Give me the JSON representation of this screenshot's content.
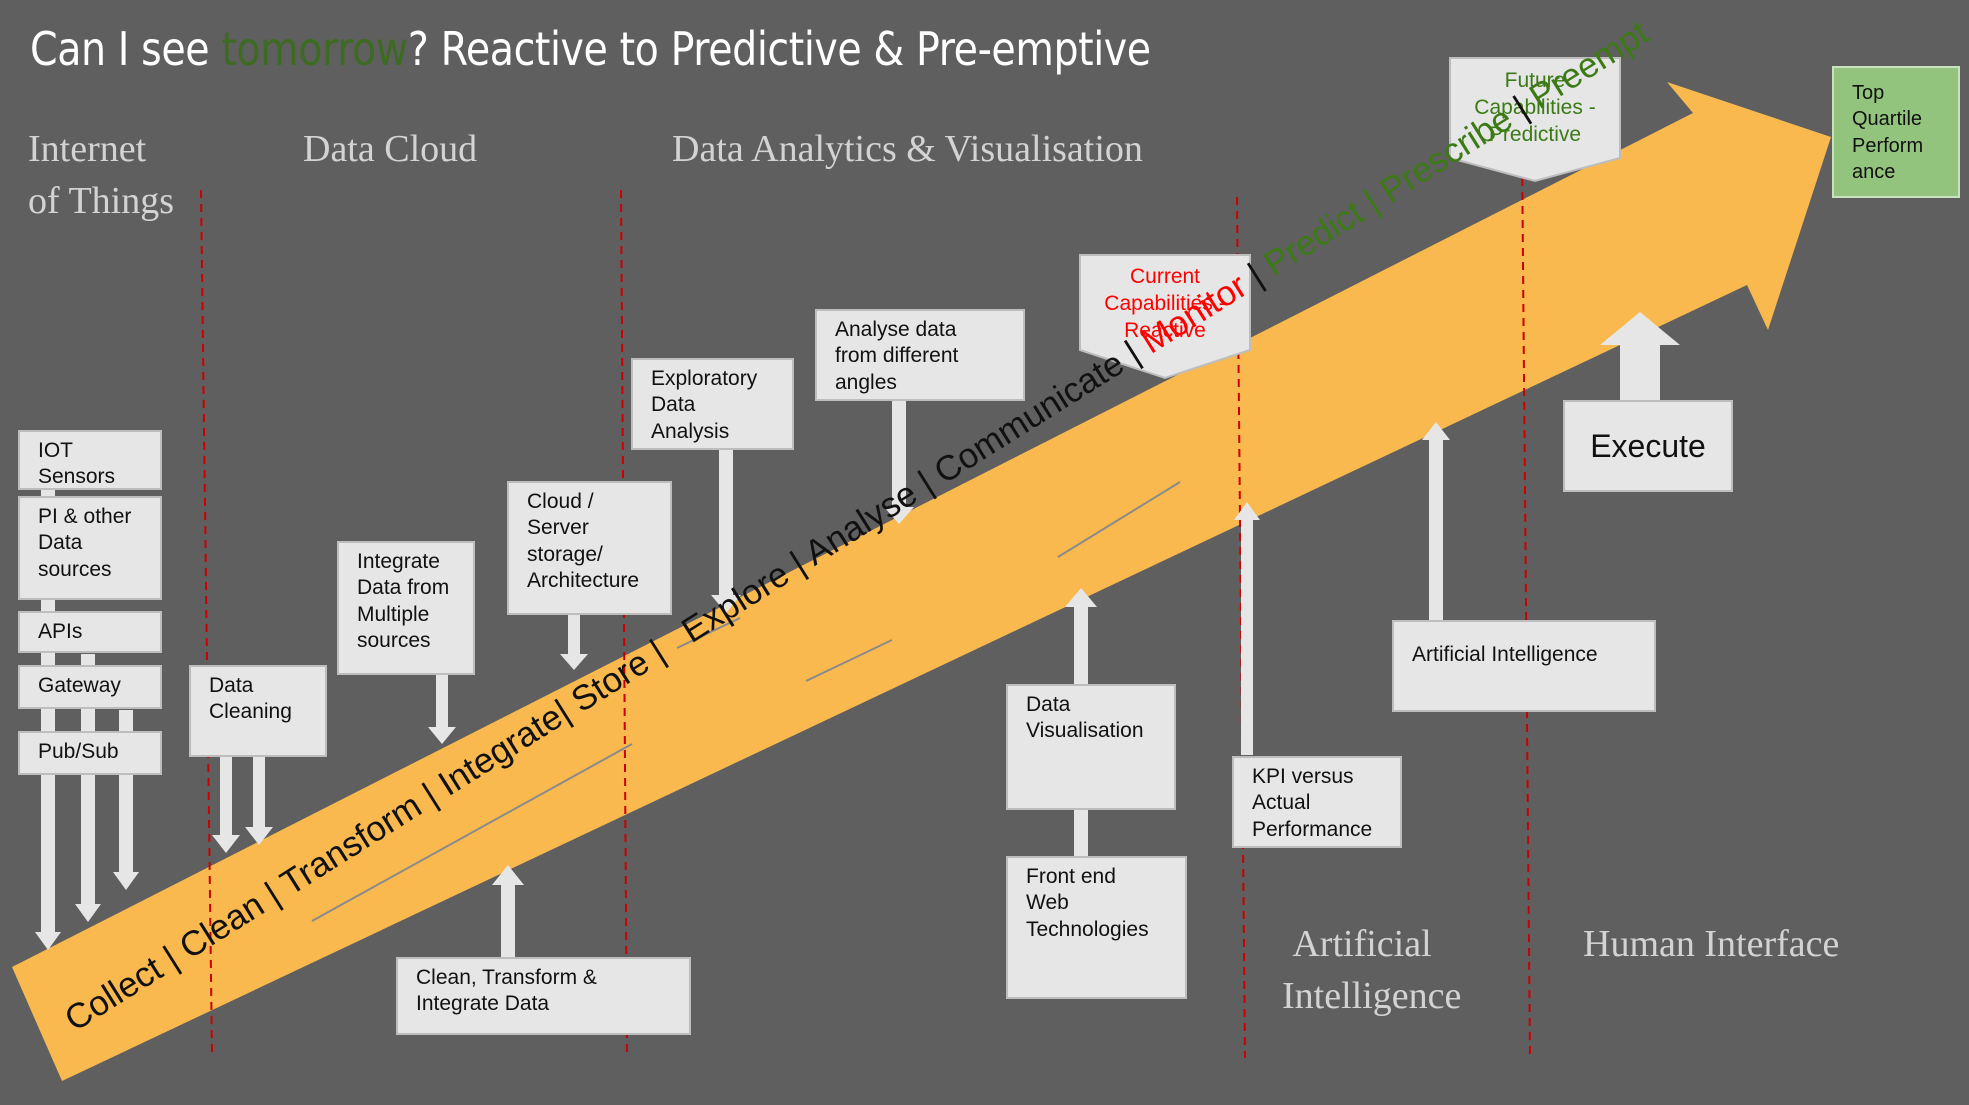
{
  "title": {
    "before": "Can I see ",
    "highlight": "tomorrow",
    "after": "? Reactive to Predictive & Pre-emptive"
  },
  "sections": {
    "iot": "Internet\nof Things",
    "data_cloud": "Data Cloud",
    "analytics": "Data Analytics & Visualisation",
    "ai": "Artificial\nIntelligence",
    "human": "Human Interface"
  },
  "boxes": {
    "iot_sensors": "IOT\nSensors",
    "pi_sources": "PI & other\nData\nsources",
    "apis": "APIs",
    "gateway": "Gateway",
    "pubsub": "Pub/Sub",
    "data_cleaning": "Data\nCleaning",
    "integrate_data": "Integrate\nData from\nMultiple\nsources",
    "cloud_storage": "Cloud /\nServer\nstorage/\nArchitecture",
    "clean_transform": "Clean, Transform &\nIntegrate Data",
    "eda": "Exploratory\nData\nAnalysis",
    "analyse_angles": "Analyse data\nfrom different\nangles",
    "data_vis": "Data\nVisualisation",
    "front_end": "Front end\nWeb\nTechnologies",
    "kpi": "KPI versus\nActual\nPerformance",
    "ai_box": "Artificial Intelligence",
    "execute": "Execute",
    "top_quartile": "Top\nQuartile\nPerform\nance"
  },
  "callouts": {
    "current": "Current\nCapabilities -\nReactive",
    "future": "Future\nCapabilities -\nPredictive"
  },
  "flow": {
    "part1": "Collect | Clean | Transform | Integrate| Store |",
    "part2": "Explore | Analyse | Communicate | ",
    "monitor": "Monitor",
    "sep1": " | ",
    "predict": "Predict | Prescribe",
    "sep2": " | ",
    "preempt": "Preempt"
  },
  "colors": {
    "background": "#5f5f5f",
    "arrow": "#f9b94f",
    "box_fill": "#e6e6e6",
    "title_accent": "#3d6b22",
    "flow_red": "#ff0000",
    "flow_green": "#3b7a15",
    "current_text": "#ff0000",
    "future_text": "#3b7a15",
    "divider": "#cc0000",
    "top_quartile_fill": "#93c47d"
  }
}
